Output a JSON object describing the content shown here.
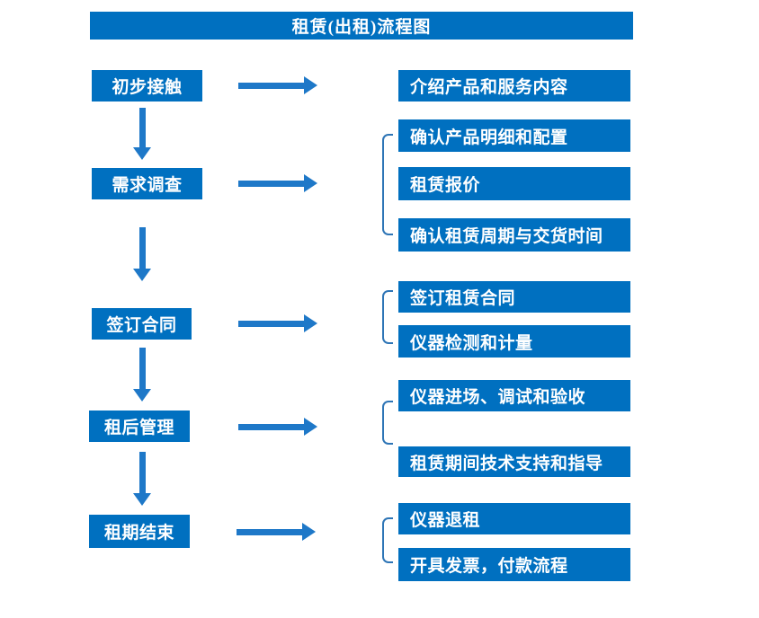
{
  "title": "租赁(出租)流程图",
  "colors": {
    "box_fill": "#0070c0",
    "arrow": "#1e78c8",
    "bracket": "#2e75b6",
    "text": "#ffffff",
    "background": "#ffffff"
  },
  "steps": [
    {
      "label": "初步接触",
      "details": [
        "介绍产品和服务内容"
      ]
    },
    {
      "label": "需求调查",
      "details": [
        "确认产品明细和配置",
        "租赁报价",
        "确认租赁周期与交货时间"
      ]
    },
    {
      "label": "签订合同",
      "details": [
        "签订租赁合同",
        "仪器检测和计量"
      ]
    },
    {
      "label": "租后管理",
      "details": [
        "仪器进场、调试和验收",
        "租赁期间技术支持和指导"
      ]
    },
    {
      "label": "租期结束",
      "details": [
        "仪器退租",
        "开具发票，付款流程"
      ]
    }
  ]
}
